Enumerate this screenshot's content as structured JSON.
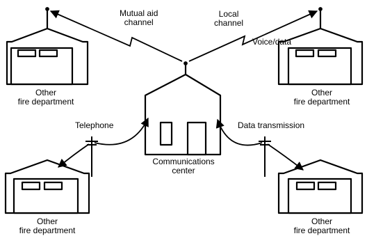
{
  "labels": {
    "mutual_aid": [
      "Mutual aid",
      "channel"
    ],
    "local": [
      "Local",
      "channel"
    ],
    "voice_data": "Voice/data",
    "telephone": "Telephone",
    "data_transmission": "Data transmission",
    "communications_center": [
      "Communications",
      "center"
    ],
    "station_top_left": [
      "Other",
      "fire department"
    ],
    "station_top_right": [
      "Other",
      "fire department"
    ],
    "station_bottom_left": [
      "Other",
      "fire department"
    ],
    "station_bottom_right": [
      "Other",
      "fire department"
    ]
  },
  "colors": {
    "ink": "#000000",
    "background": "#ffffff"
  }
}
